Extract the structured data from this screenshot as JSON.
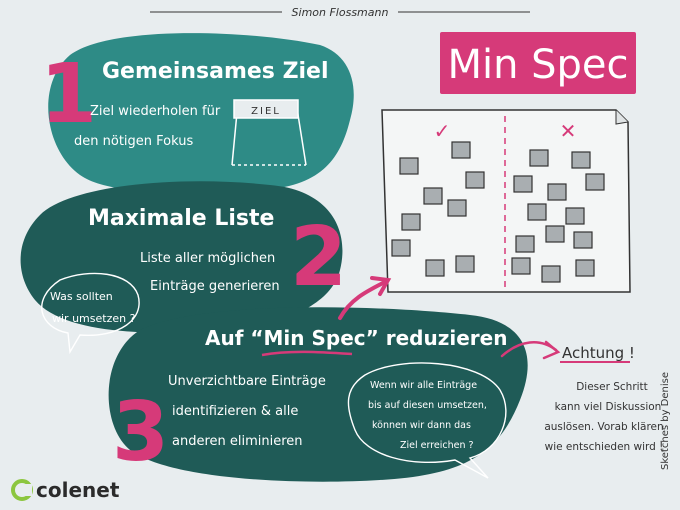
{
  "author": "Simon Flossmann",
  "credit": "Sketches by Denise",
  "title": "Min Spec",
  "steps": [
    {
      "number": "1",
      "heading": "Gemeinsames Ziel",
      "lines": [
        "Ziel wiederholen für",
        "den nötigen Fokus"
      ],
      "sign_text": "ZIEL"
    },
    {
      "number": "2",
      "heading": "Maximale Liste",
      "lines": [
        "Liste aller möglichen",
        "Einträge  generieren"
      ],
      "bubble": [
        "Was sollten",
        "wir umsetzen ?"
      ]
    },
    {
      "number": "3",
      "heading_pre": "Auf “",
      "heading_em": "Min Spec",
      "heading_post": "” reduzieren",
      "lines": [
        "Unverzichtbare Einträge",
        "identifizieren & alle",
        "anderen eliminieren"
      ],
      "bubble": [
        "Wenn wir alle Einträge",
        "bis auf diesen umsetzen,",
        "können wir dann das",
        "Ziel erreichen ?"
      ]
    }
  ],
  "board": {
    "check": "✓",
    "cross": "✕"
  },
  "warning": {
    "title": "Achtung !",
    "lines": [
      "Dieser Schritt",
      "kann viel Diskussion",
      "auslösen. Vorab klären",
      "wie entschieden wird !"
    ]
  },
  "brand": "colenet",
  "colors": {
    "teal": "#2e8b86",
    "dark_teal": "#1f5b57",
    "pink": "#d63a79",
    "paper": "#f4f6f6",
    "sticky": "#a9aeb1"
  }
}
